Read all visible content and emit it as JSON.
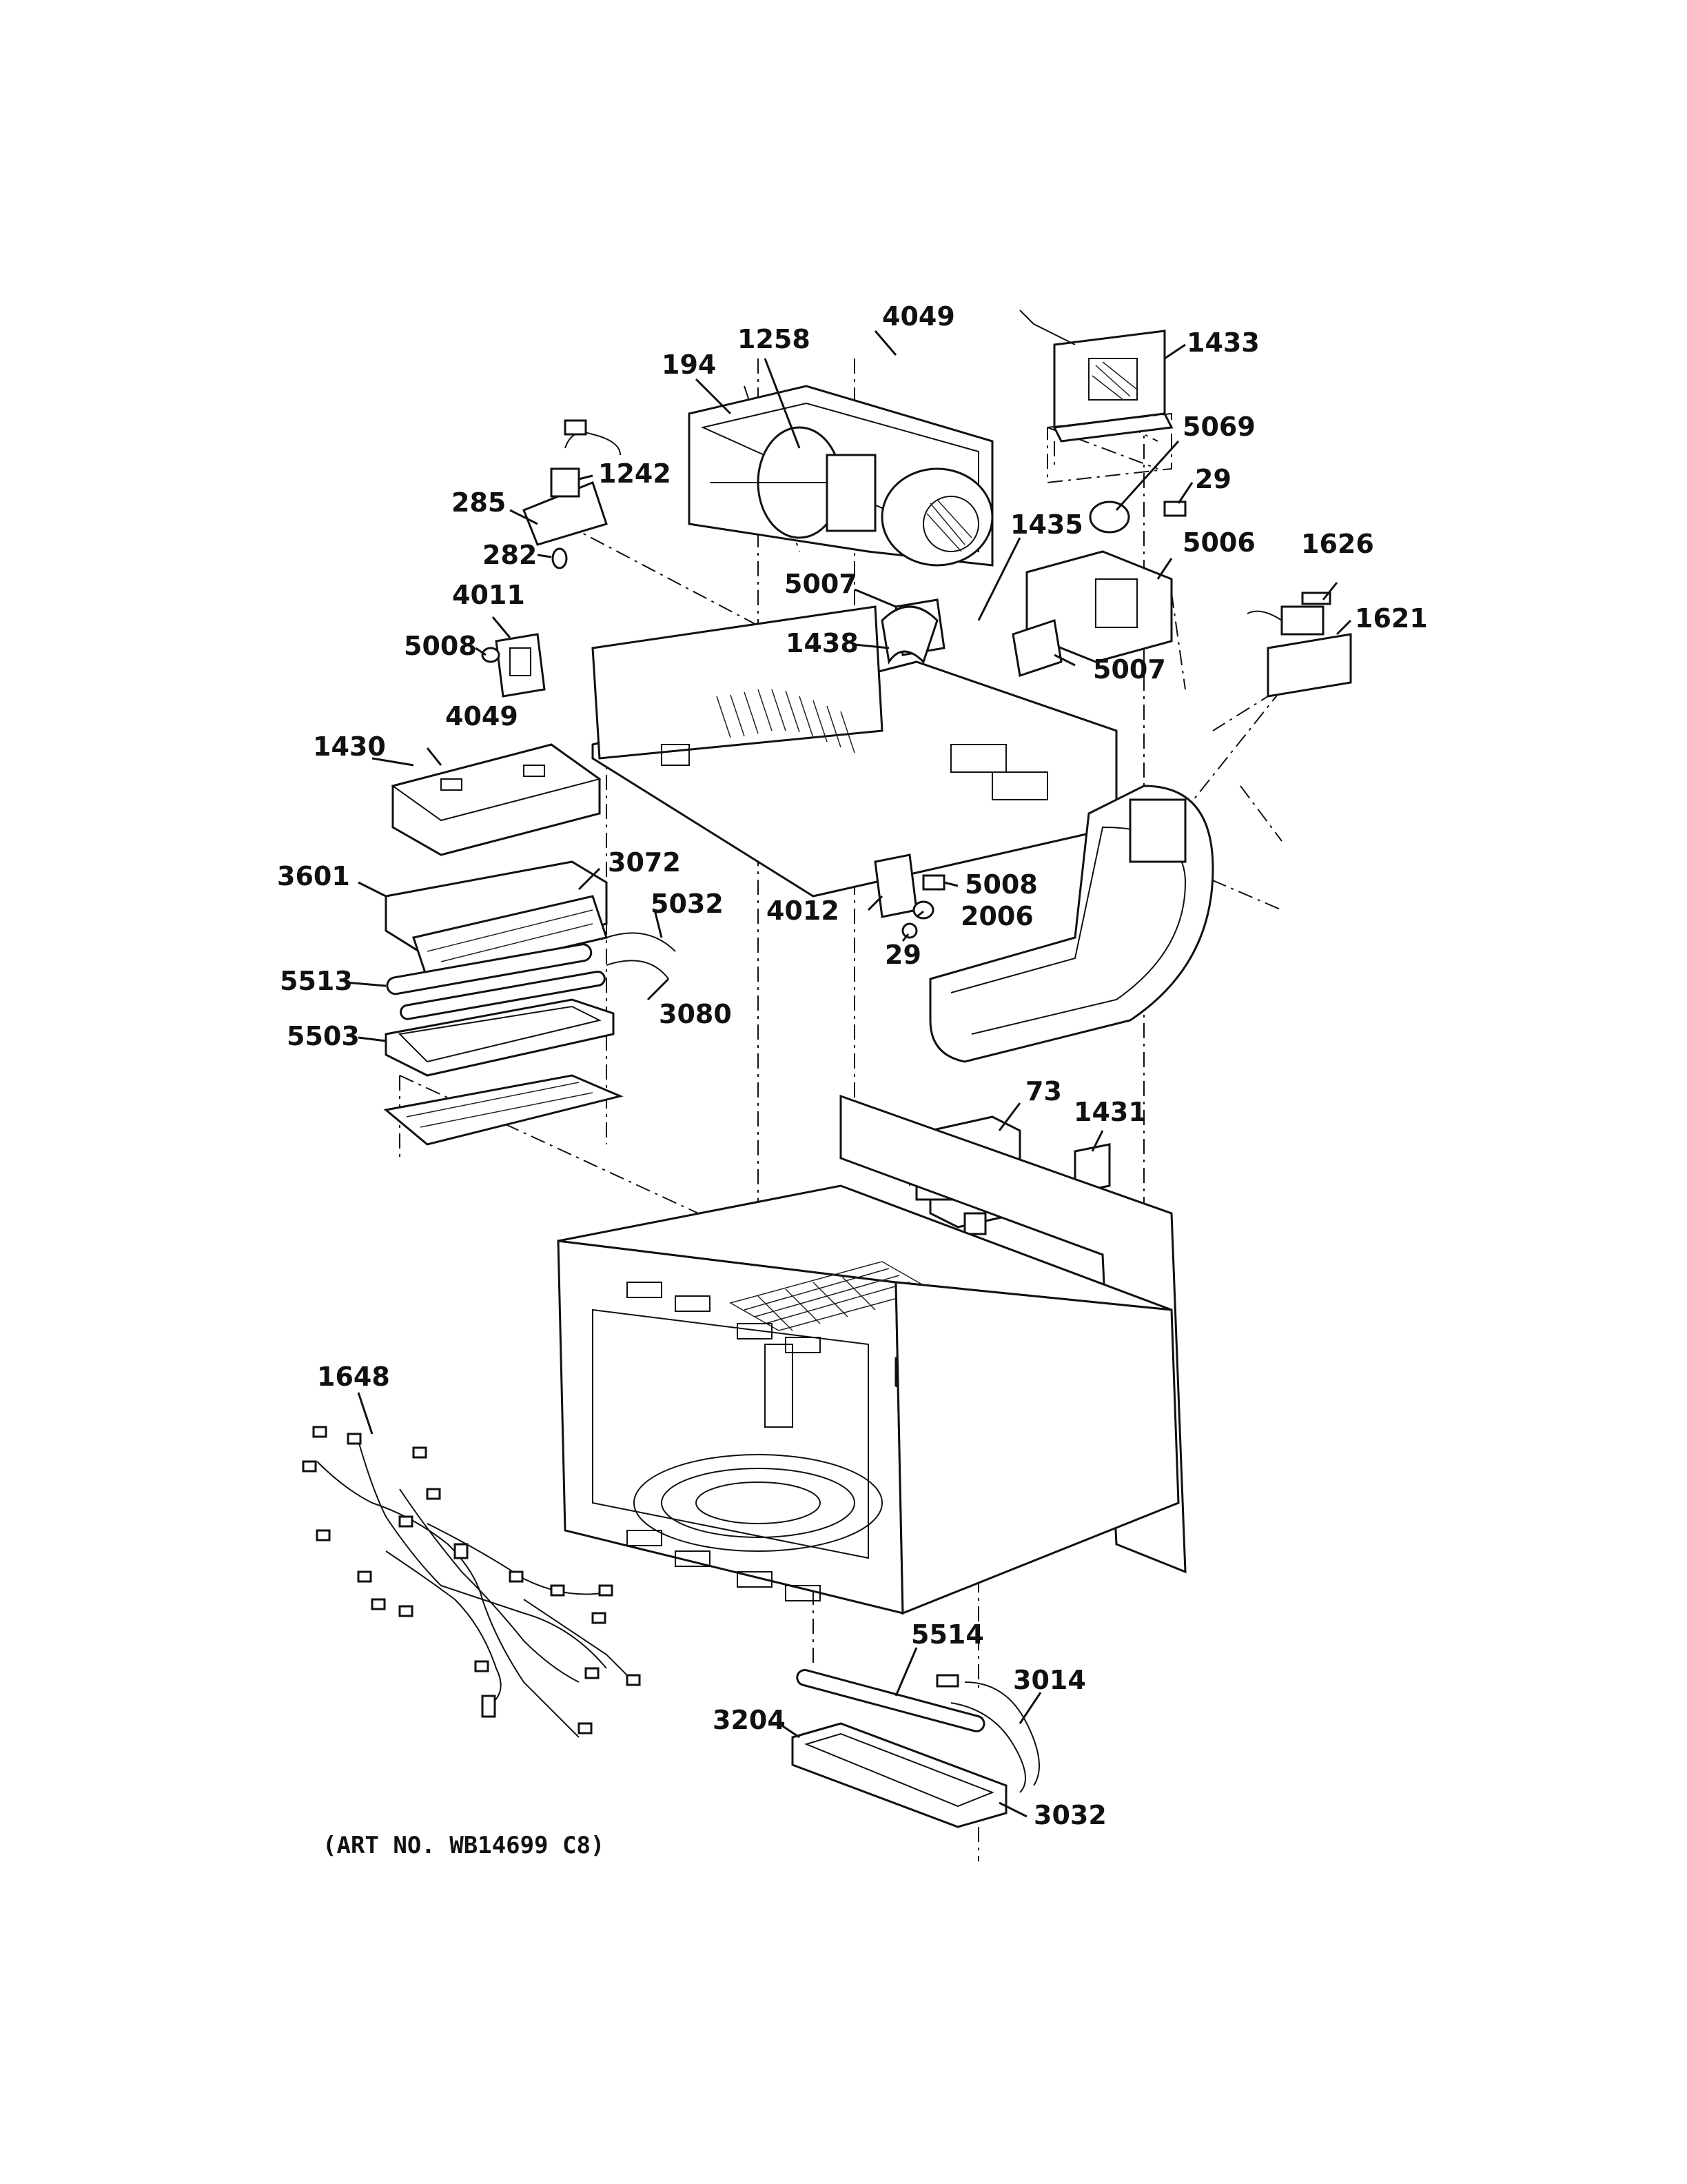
{
  "labels": [
    "4049",
    "1258",
    "194",
    "1433",
    "1242",
    "285",
    "282",
    "5069",
    "29",
    "1435",
    "5007",
    "5006",
    "1626",
    "1621",
    "4011",
    "1438",
    "5007",
    "5008",
    "4049",
    "1430",
    "3601",
    "3072",
    "5032",
    "5008",
    "4012",
    "2006",
    "29",
    "5513",
    "3080",
    "5503",
    "73",
    "1431",
    "1648",
    "5514",
    "3014",
    "3204",
    "3032"
  ],
  "art_number": "(ART NO. WB14699 C8)"
}
